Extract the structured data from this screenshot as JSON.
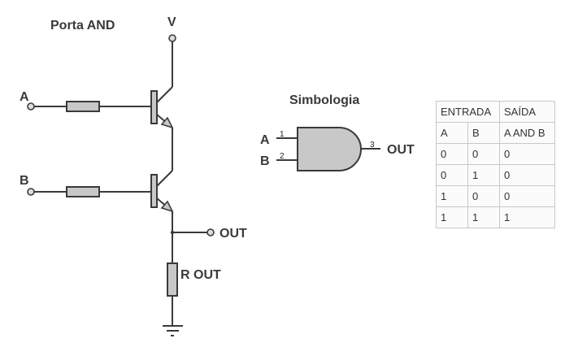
{
  "transistor_circuit": {
    "title": "Porta AND",
    "supply_label": "V",
    "input_a_label": "A",
    "input_b_label": "B",
    "output_label": "OUT",
    "load_resistor_label": "R OUT"
  },
  "symbol": {
    "title": "Simbologia",
    "input_a_label": "A",
    "input_b_label": "B",
    "output_label": "OUT",
    "pin_a": "1",
    "pin_b": "2",
    "pin_out": "3"
  },
  "truth_table": {
    "group_headers": [
      "ENTRADA",
      "SAÍDA"
    ],
    "columns": [
      "A",
      "B",
      "A AND B"
    ],
    "rows": [
      [
        "0",
        "0",
        "0"
      ],
      [
        "0",
        "1",
        "0"
      ],
      [
        "1",
        "0",
        "0"
      ],
      [
        "1",
        "1",
        "1"
      ]
    ]
  },
  "colors": {
    "line": "#3a3a3a",
    "component_fill": "#c8c8c8",
    "table_border": "#c8c8c8"
  }
}
